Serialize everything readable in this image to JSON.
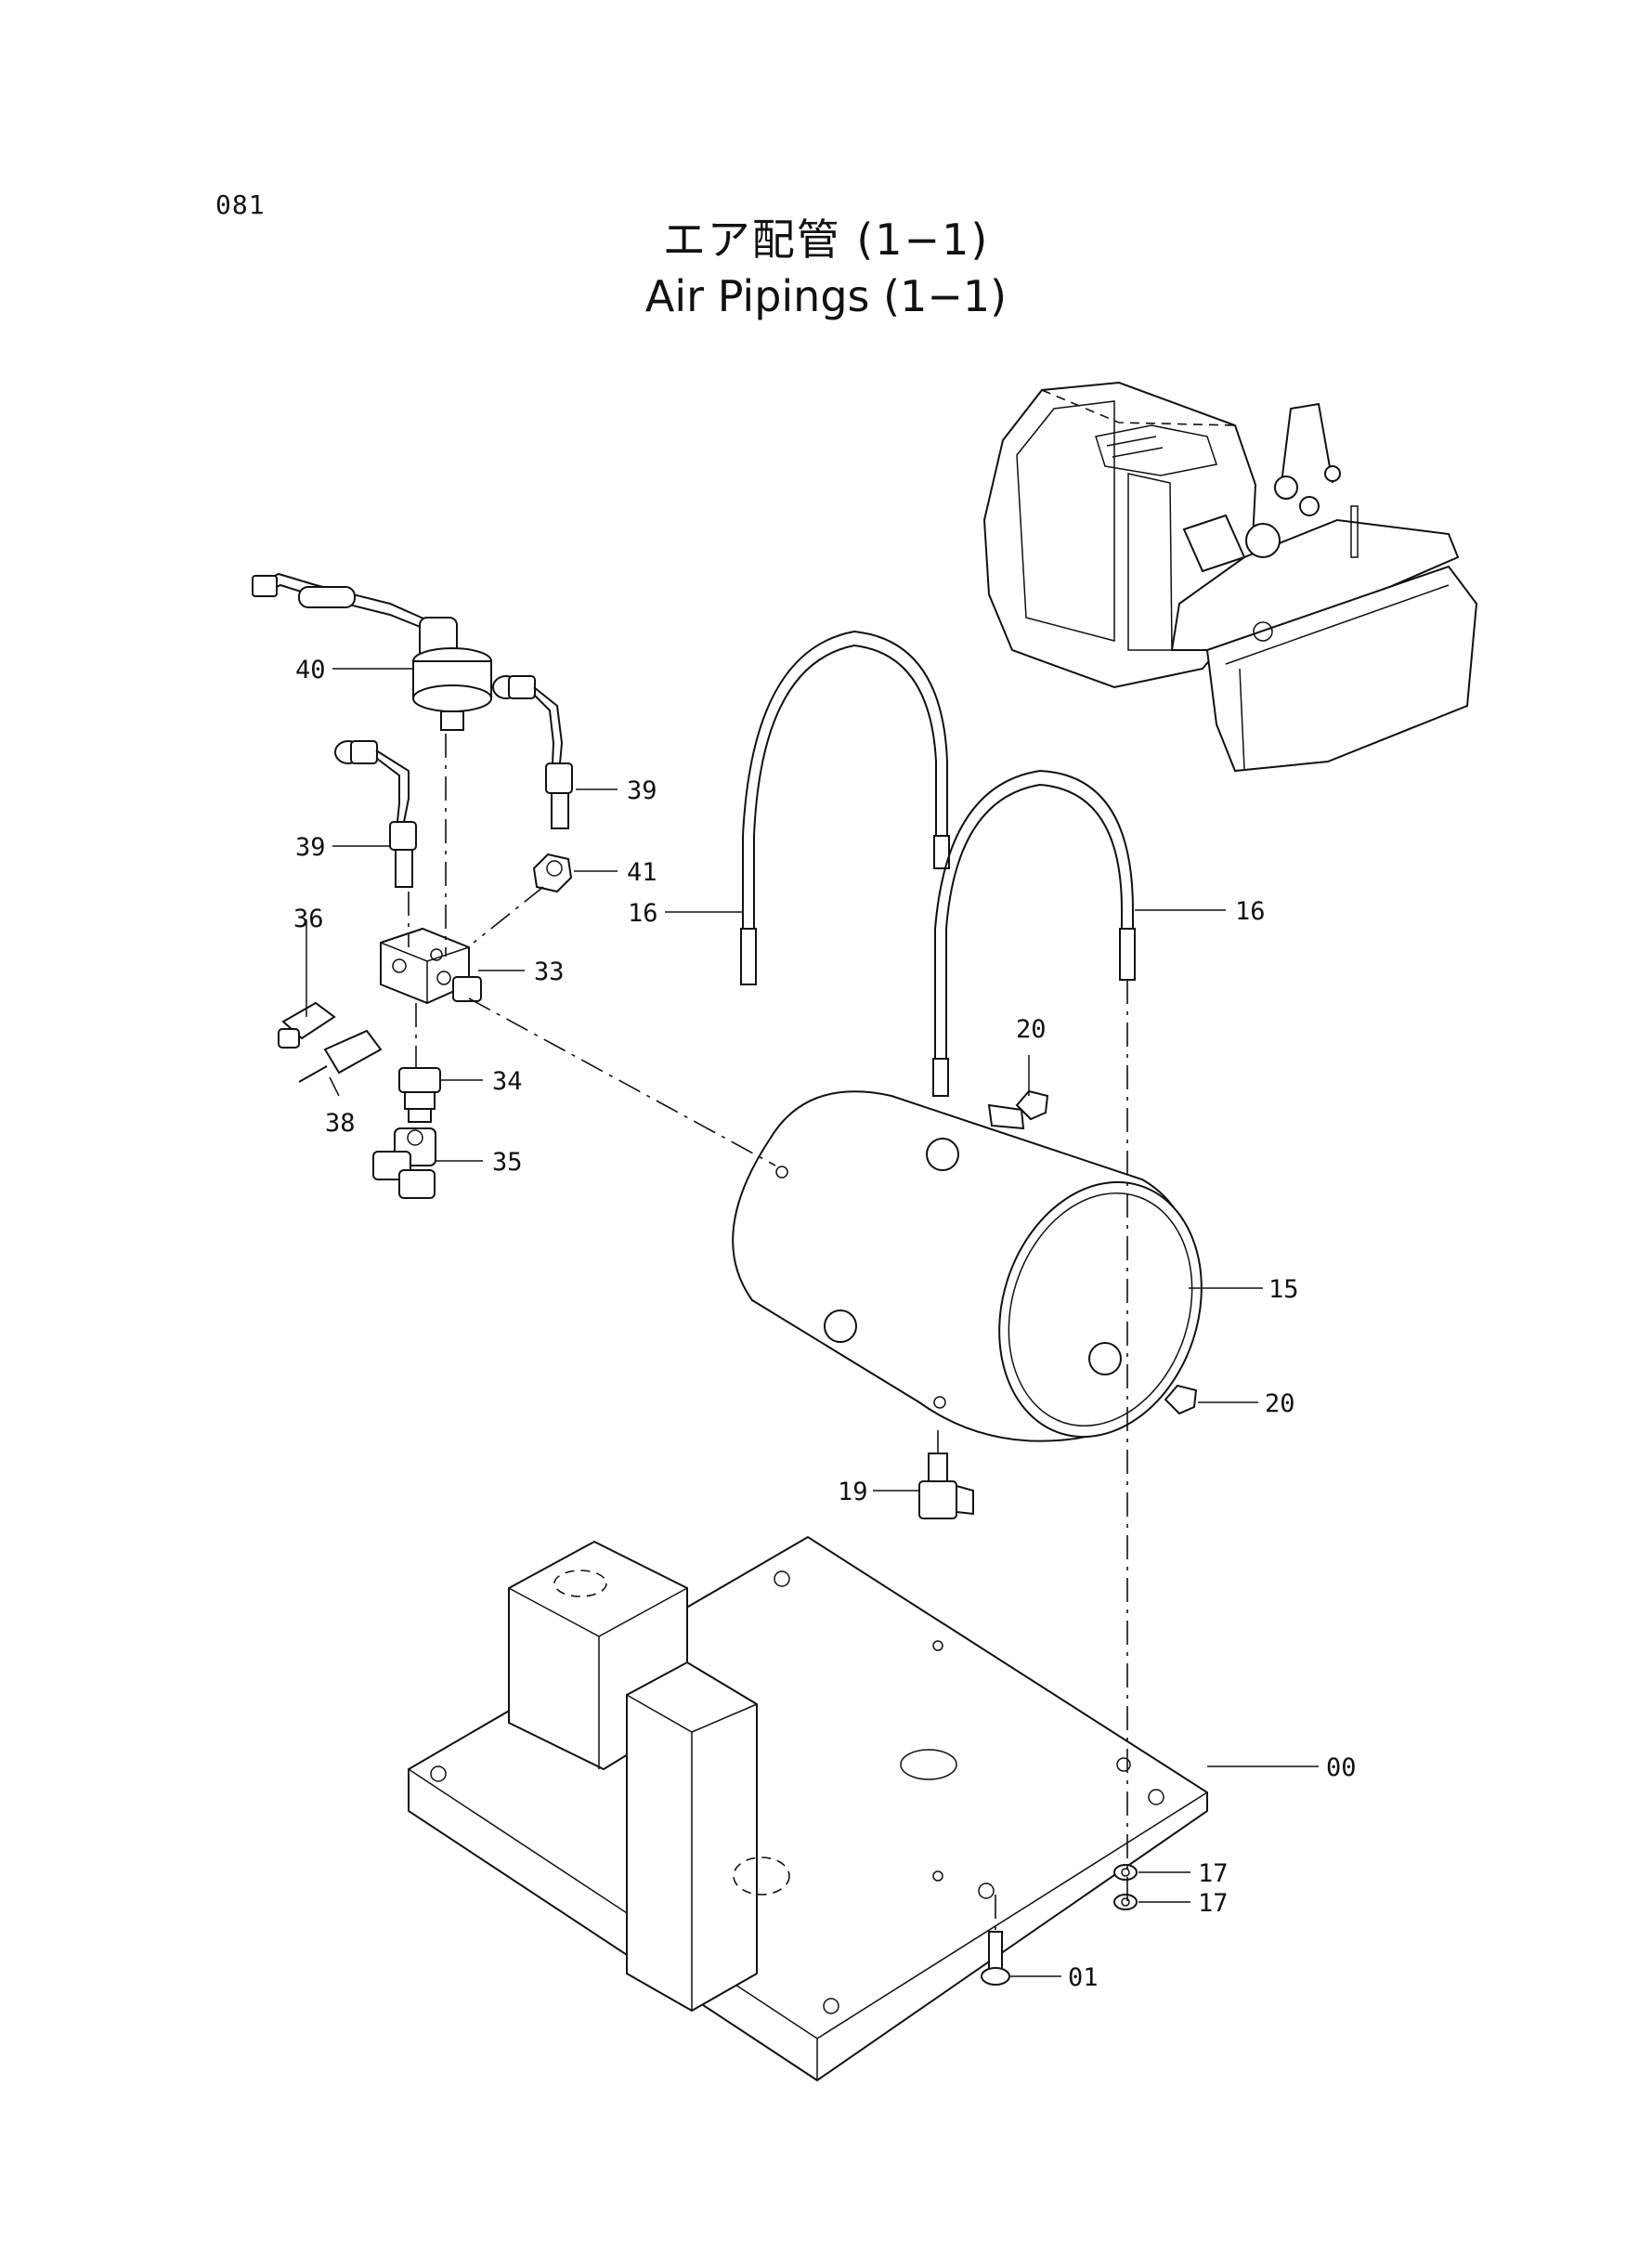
{
  "page": {
    "number": "081",
    "title_jp": "エア配管 (1−1)",
    "title_en": "Air Pipings (1−1)"
  },
  "callouts": [
    {
      "id": "c40",
      "label": "40"
    },
    {
      "id": "c39a",
      "label": "39"
    },
    {
      "id": "c39b",
      "label": "39"
    },
    {
      "id": "c41",
      "label": "41"
    },
    {
      "id": "c36",
      "label": "36"
    },
    {
      "id": "c33",
      "label": "33"
    },
    {
      "id": "c38",
      "label": "38"
    },
    {
      "id": "c34",
      "label": "34"
    },
    {
      "id": "c35",
      "label": "35"
    },
    {
      "id": "c16a",
      "label": "16"
    },
    {
      "id": "c16b",
      "label": "16"
    },
    {
      "id": "c20a",
      "label": "20"
    },
    {
      "id": "c15",
      "label": "15"
    },
    {
      "id": "c20b",
      "label": "20"
    },
    {
      "id": "c19",
      "label": "19"
    },
    {
      "id": "c00",
      "label": "00"
    },
    {
      "id": "c17a",
      "label": "17"
    },
    {
      "id": "c17b",
      "label": "17"
    },
    {
      "id": "c01",
      "label": "01"
    }
  ]
}
